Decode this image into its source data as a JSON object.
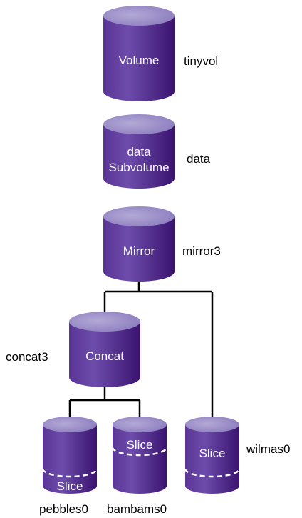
{
  "colors": {
    "cylinder_top": "#9c8fc4",
    "cylinder_body_light": "#6a4aa8",
    "cylinder_body_dark": "#3c1574",
    "connector": "#000000",
    "inner_text": "#ffffff"
  },
  "nodes": {
    "volume": {
      "inner_label": "Volume",
      "outer_label": "tinyvol"
    },
    "subvolume": {
      "inner_line1": "data",
      "inner_line2": "Subvolume",
      "outer_label": "data"
    },
    "mirror": {
      "inner_label": "Mirror",
      "outer_label": "mirror3"
    },
    "concat": {
      "inner_label": "Concat",
      "outer_label": "concat3"
    },
    "slice_pebbles": {
      "inner_label": "Slice",
      "outer_label": "pebbles0"
    },
    "slice_bambams": {
      "inner_label": "Slice",
      "outer_label": "bambams0"
    },
    "slice_wilmas": {
      "inner_label": "Slice",
      "outer_label": "wilmas0"
    }
  }
}
